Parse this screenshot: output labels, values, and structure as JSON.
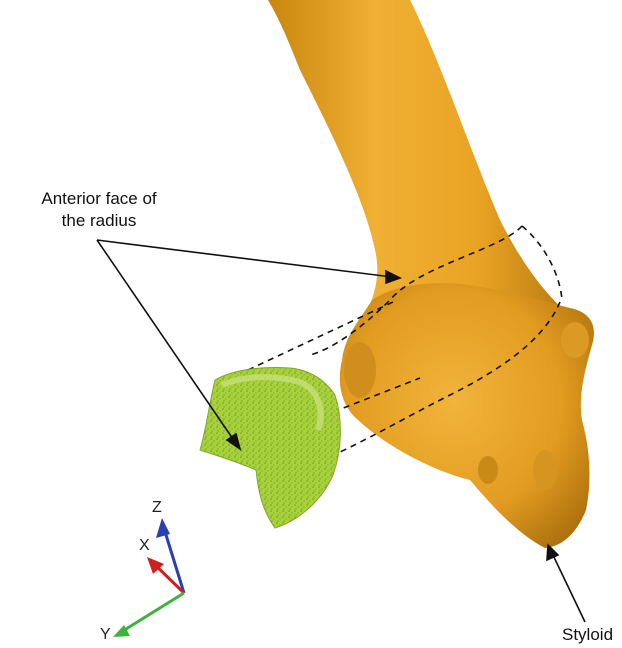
{
  "annotations": {
    "anterior_line1": "Anterior face of",
    "anterior_line2": "the radius",
    "styloid": "Styloid"
  },
  "axes": {
    "z": "Z",
    "x": "X",
    "y": "Y"
  },
  "colors": {
    "bone": "#E6A020",
    "bone_dark": "#B97B12",
    "section": "#A6CE3A",
    "section_dark": "#6E9A1E",
    "axis_z": "#2a3fb0",
    "axis_x": "#d11f1f",
    "axis_y": "#3db33d"
  }
}
